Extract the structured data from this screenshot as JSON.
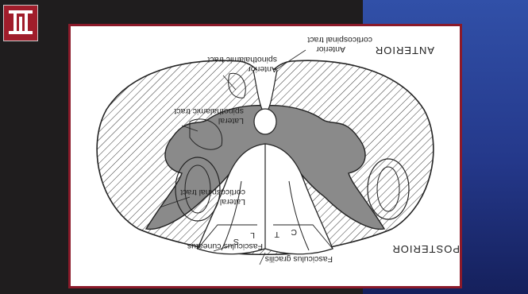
{
  "slide": {
    "labels": {
      "anterior": "ANTERIOR",
      "posterior": "POSTERIOR",
      "ant_cortico_1": "Anterior",
      "ant_cortico_2": "corticospinal tract",
      "ant_spino_1": "Anterior",
      "ant_spino_2": "spinothalamic tract",
      "lat_spino_1": "Lateral",
      "lat_spino_2": "spinothalamic tract",
      "lat_cortico_1": "Lateral",
      "lat_cortico_2": "corticospinal tract",
      "cuneatus": "Fasciculus cuneatus",
      "gracilis": "Fasciculus gracilis",
      "letter_c": "C",
      "letter_t": "T",
      "letter_l": "L",
      "letter_s": "S"
    }
  },
  "colors": {
    "background": "#1f1d1e",
    "accent_blue": "#24388a",
    "logo_red": "#a01d2b",
    "slide_border": "#8b1a2a",
    "gray_matter": "#8a8a8a"
  }
}
